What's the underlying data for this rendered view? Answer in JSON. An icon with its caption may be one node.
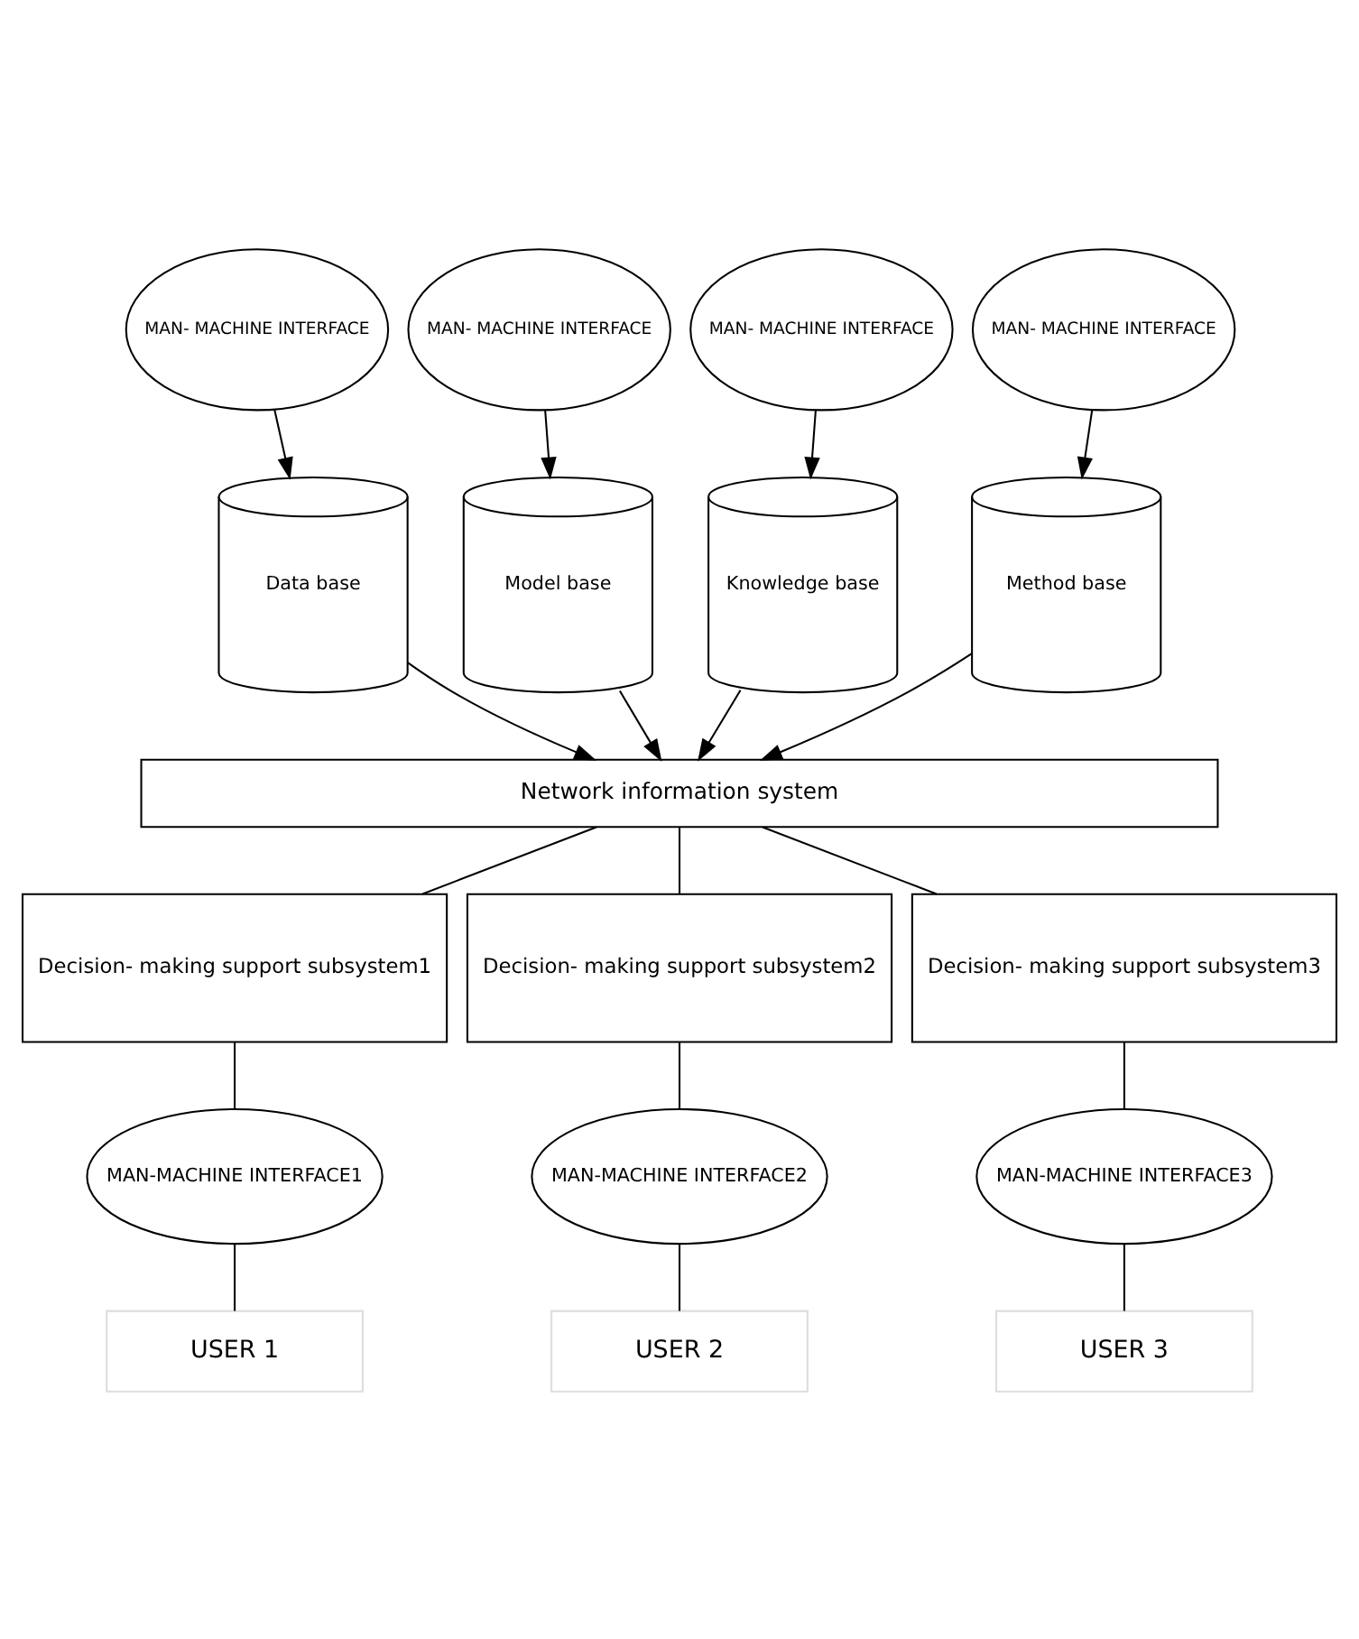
{
  "diagram": {
    "nodes": [
      {
        "text": [
          "MAN- MACHINE INTERFACE"
        ]
      },
      {
        "text": [
          "MAN- MACHINE INTERFACE"
        ]
      },
      {
        "text": [
          "MAN- MACHINE INTERFACE"
        ]
      },
      {
        "text": [
          "MAN- MACHINE INTERFACE"
        ]
      },
      {
        "text": [
          "Data base"
        ]
      },
      {
        "text": [
          "Model base"
        ]
      },
      {
        "text": [
          "Knowledge base"
        ]
      },
      {
        "text": [
          "Method base"
        ]
      },
      {
        "text": [
          "Network information system"
        ]
      },
      {
        "text": [
          "Decision- making support subsystem1"
        ]
      },
      {
        "text": [
          "Decision- making support subsystem2"
        ]
      },
      {
        "text": [
          "Decision- making support subsystem3"
        ]
      },
      {
        "text": [
          "MAN-MACHINE INTERFACE1"
        ]
      },
      {
        "text": [
          "MAN-MACHINE INTERFACE2"
        ]
      },
      {
        "text": [
          "MAN-MACHINE INTERFACE3"
        ]
      },
      {
        "text": [
          "USER 1"
        ]
      },
      {
        "text": [
          "USER 2"
        ]
      },
      {
        "text": [
          "USER 3"
        ]
      }
    ],
    "edges": [
      {
        "from": 0,
        "to": 4,
        "arrow": "to"
      },
      {
        "from": 1,
        "to": 5,
        "arrow": "to"
      },
      {
        "from": 2,
        "to": 6,
        "arrow": "to"
      },
      {
        "from": 3,
        "to": 7,
        "arrow": "to"
      },
      {
        "from": 4,
        "to": 8,
        "arrow": "to"
      },
      {
        "from": 5,
        "to": 8,
        "arrow": "to"
      },
      {
        "from": 6,
        "to": 8,
        "arrow": "to"
      },
      {
        "from": 7,
        "to": 8,
        "arrow": "to"
      },
      {
        "from": 8,
        "to": 9,
        "arrow": "none"
      },
      {
        "from": 8,
        "to": 10,
        "arrow": "none"
      },
      {
        "from": 8,
        "to": 11,
        "arrow": "none"
      },
      {
        "from": 9,
        "to": 12,
        "arrow": "none"
      },
      {
        "from": 10,
        "to": 13,
        "arrow": "none"
      },
      {
        "from": 11,
        "to": 14,
        "arrow": "none"
      },
      {
        "from": 12,
        "to": 15,
        "arrow": "none"
      },
      {
        "from": 13,
        "to": 16,
        "arrow": "none"
      },
      {
        "from": 14,
        "to": 17,
        "arrow": "none"
      }
    ]
  }
}
